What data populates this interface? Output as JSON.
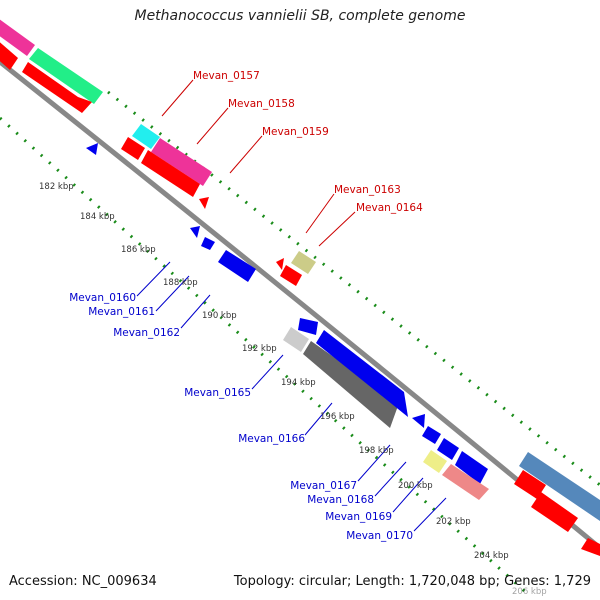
{
  "title": "Methanococcus vannielii SB, complete genome",
  "accession": "Accession: NC_009634",
  "summary": "Topology: circular; Length: 1,720,048 bp; Genes: 1,729",
  "colors": {
    "forward": "#ff0000",
    "reverse": "#0000ff",
    "backbone": "#888888",
    "tick": "#1a8c1a",
    "background": "#ffffff"
  },
  "kbp_ticks": [
    "182 kbp",
    "184 kbp",
    "186 kbp",
    "188 kbp",
    "190 kbp",
    "192 kbp",
    "194 kbp",
    "196 kbp",
    "198 kbp",
    "200 kbp",
    "202 kbp",
    "204 kbp",
    "206 kbp"
  ],
  "forward_genes": [
    "Mevan_0157",
    "Mevan_0158",
    "Mevan_0159",
    "Mevan_0163",
    "Mevan_0164"
  ],
  "reverse_genes": [
    "Mevan_0160",
    "Mevan_0161",
    "Mevan_0162",
    "Mevan_0165",
    "Mevan_0166",
    "Mevan_0167",
    "Mevan_0168",
    "Mevan_0169",
    "Mevan_0170"
  ]
}
